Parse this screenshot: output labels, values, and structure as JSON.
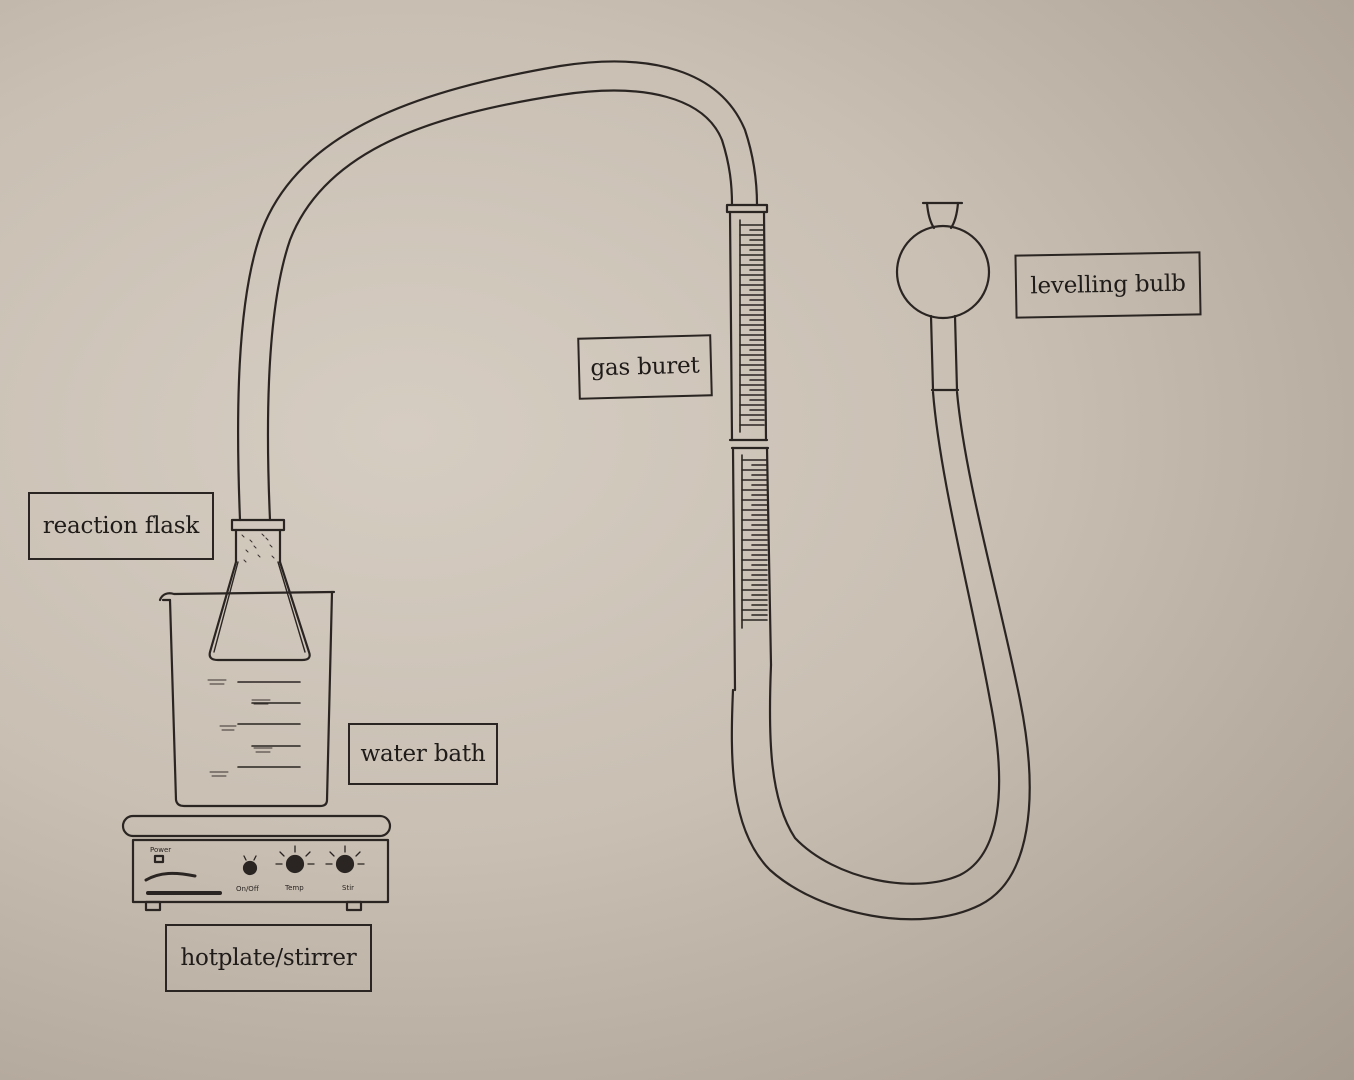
{
  "labels": {
    "reaction_flask": "reaction flask",
    "gas_buret": "gas buret",
    "levelling_bulb": "levelling bulb",
    "water_bath": "water bath",
    "hotplate_stirrer": "hotplate/stirrer"
  },
  "hotplate_panel": {
    "power": "Power",
    "on_off": "On/Off",
    "temp": "Temp",
    "stir": "Stir"
  },
  "colors": {
    "ink": "#2a2522",
    "paper": "#cfc6bb"
  }
}
